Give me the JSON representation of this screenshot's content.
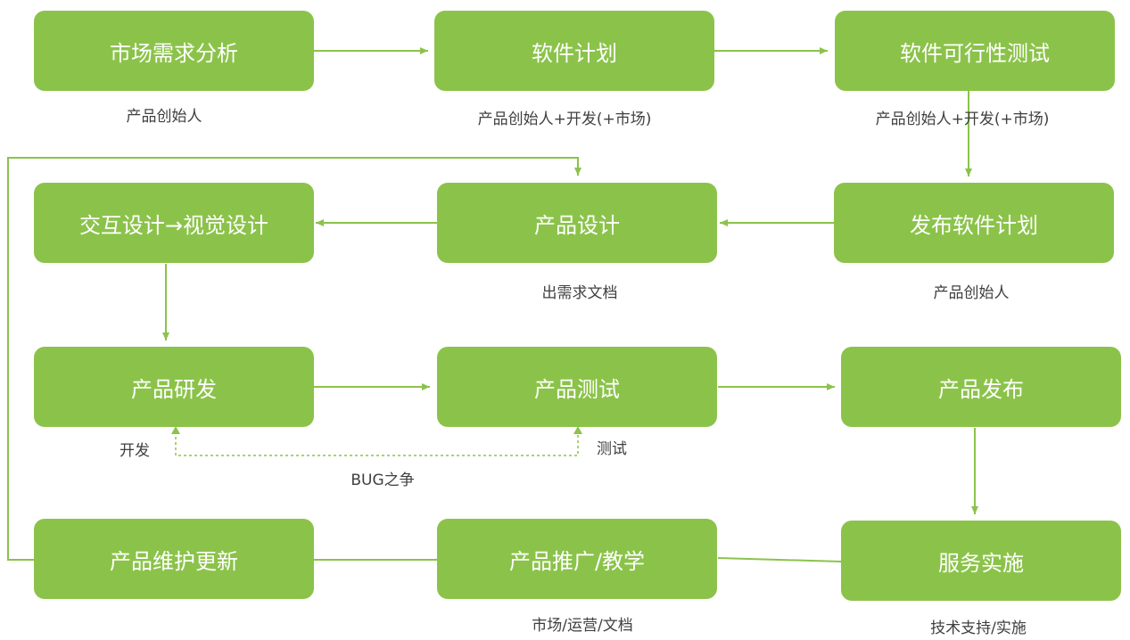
{
  "colors": {
    "box_fill": "#8bc34a",
    "box_text": "#ffffff",
    "connector": "#8bc34a",
    "note_text": "#404040"
  },
  "boxes": {
    "market_analysis": "市场需求分析",
    "software_plan": "软件计划",
    "feasibility_test": "软件可行性测试",
    "interaction_visual": "交互设计→视觉设计",
    "product_design": "产品设计",
    "publish_plan": "发布软件计划",
    "product_rnd": "产品研发",
    "product_test": "产品测试",
    "product_release": "产品发布",
    "maintenance": "产品维护更新",
    "promotion": "产品推广/教学",
    "service": "服务实施"
  },
  "notes": {
    "market_analysis": "产品创始人",
    "software_plan": "产品创始人+开发(+市场)",
    "feasibility_test": "产品创始人+开发(+市场)",
    "product_design": "出需求文档",
    "publish_plan": "产品创始人",
    "dev": "开发",
    "test": "测试",
    "bug": "BUG之争",
    "promotion": "市场/运营/文档",
    "service": "技术支持/实施"
  }
}
